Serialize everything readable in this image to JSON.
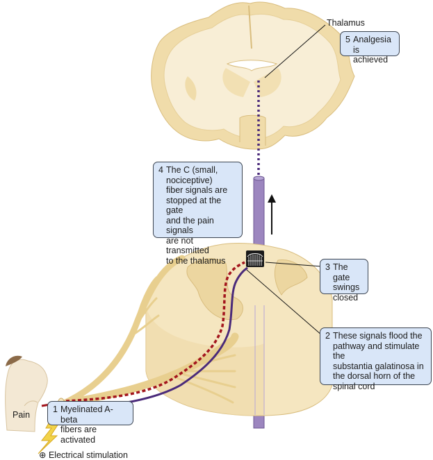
{
  "title": "Gate control theory of pain: electrical stimulation",
  "labels": {
    "thalamus": "Thalamus",
    "pain": "Pain",
    "electrical_stimulation": "Electrical stimulation",
    "plus_symbol": "⊕"
  },
  "steps": [
    {
      "number": "1",
      "text": "Myelinated A-beta\nfibers are activated"
    },
    {
      "number": "2",
      "text": "These signals flood the\npathway and stimulate the\nsubstantia galatinosa in\nthe dorsal horn of the\nspinal cord"
    },
    {
      "number": "3",
      "text": "The gate\nswings\nclosed"
    },
    {
      "number": "4",
      "text": "The C (small,\nnociceptive)\nfiber signals are\nstopped at the gate\nand the pain signals\nare not transmitted\nto the thalamus"
    },
    {
      "number": "5",
      "text": "Analgesia is\nachieved"
    }
  ],
  "colors": {
    "tissue": "#f0dcaa",
    "tissue_light": "#f8eed6",
    "spinal_tract": "#9c86bf",
    "c_fiber": "#a3151d",
    "a_beta_fiber": "#4a2a7a",
    "callout_fill": "#d9e6f8",
    "lightning": "#f2d34a"
  }
}
